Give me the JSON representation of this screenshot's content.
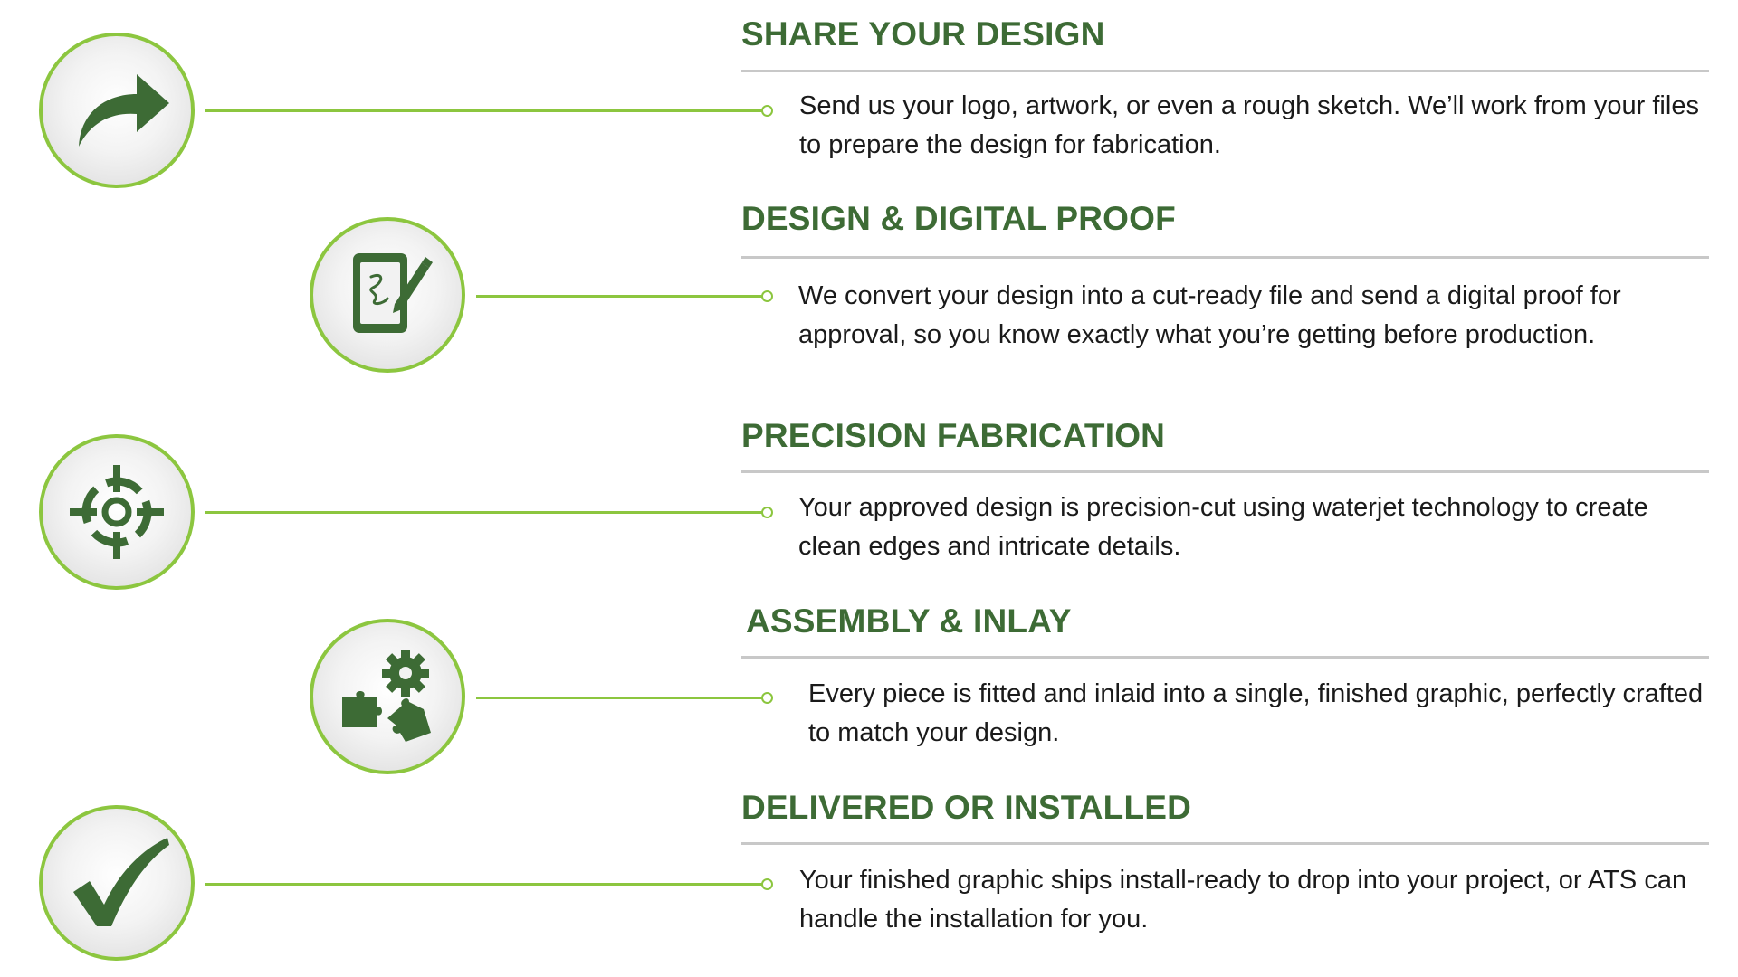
{
  "colors": {
    "accent_green": "#8cc63f",
    "title_green": "#3d6b35",
    "icon_green": "#3d6b35",
    "divider_gray": "#c8c8c8",
    "text_dark": "#1a1a1a"
  },
  "steps": [
    {
      "icon": "share-arrow-icon",
      "title": "SHARE YOUR DESIGN",
      "description": "Send us your logo, artwork, or even a rough sketch. We’ll work from your files to prepare the design for fabrication."
    },
    {
      "icon": "tablet-pen-icon",
      "title": "DESIGN & DIGITAL PROOF",
      "description": "We convert your design into a cut-ready file and send a digital proof for approval, so you know exactly what you’re getting before production."
    },
    {
      "icon": "crosshair-target-icon",
      "title": "PRECISION FABRICATION",
      "description": "Your approved design is precision-cut using waterjet technology to create clean edges and intricate details."
    },
    {
      "icon": "gear-puzzle-icon",
      "title": "ASSEMBLY & INLAY",
      "description": "Every piece is fitted and inlaid into a single, finished graphic, perfectly crafted to match your design."
    },
    {
      "icon": "checkmark-icon",
      "title": "DELIVERED OR INSTALLED",
      "description": "Your finished graphic ships install-ready to drop into your project, or ATS can handle the installation for you."
    }
  ]
}
